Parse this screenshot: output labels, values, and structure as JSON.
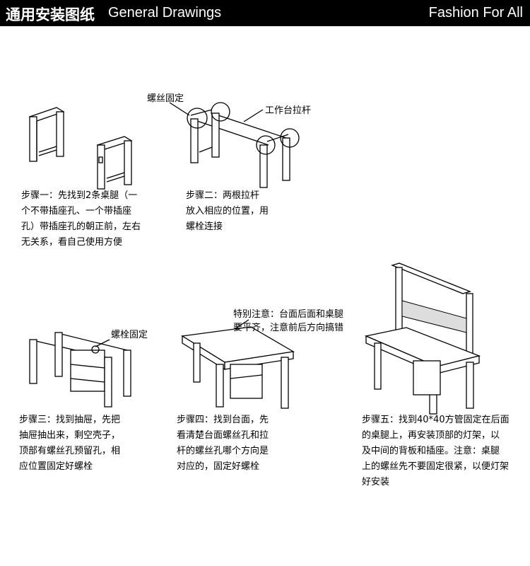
{
  "header": {
    "title_cn": "通用安装图纸",
    "title_en": "General Drawings",
    "slogan": "Fashion For All"
  },
  "labels": {
    "screw_fix": "螺丝固定",
    "bench_rod": "工作台拉杆",
    "bolt_fix": "螺栓固定",
    "note_line1": "特别注意：台面后面和桌腿",
    "note_line2": "要平齐，注意前后方向搞错"
  },
  "steps": [
    {
      "lines": [
        "步骤一：先找到2条桌腿（一",
        "个不带插座孔、一个带插座",
        "孔）带插座孔的朝正前，左右",
        "无关系，看自己使用方便"
      ]
    },
    {
      "lines": [
        "步骤二：两根拉杆",
        "放入相应的位置，用",
        "螺栓连接"
      ]
    },
    {
      "lines": [
        "步骤三：找到抽屉，先把",
        "抽屉抽出来，剩空壳子，",
        "顶部有螺丝孔预留孔，相",
        "应位置固定好螺栓"
      ]
    },
    {
      "lines": [
        "步骤四：找到台面，先",
        "看清楚台面螺丝孔和拉",
        "杆的螺丝孔哪个方向是",
        "对应的，固定好螺栓"
      ]
    },
    {
      "lines": [
        "步骤五：找到40*40方管固定在后面",
        "的桌腿上，再安装顶部的灯架，以",
        "及中间的背板和插座。注意：桌腿",
        "上的螺丝先不要固定很紧，以便灯架",
        "好安装"
      ]
    }
  ]
}
